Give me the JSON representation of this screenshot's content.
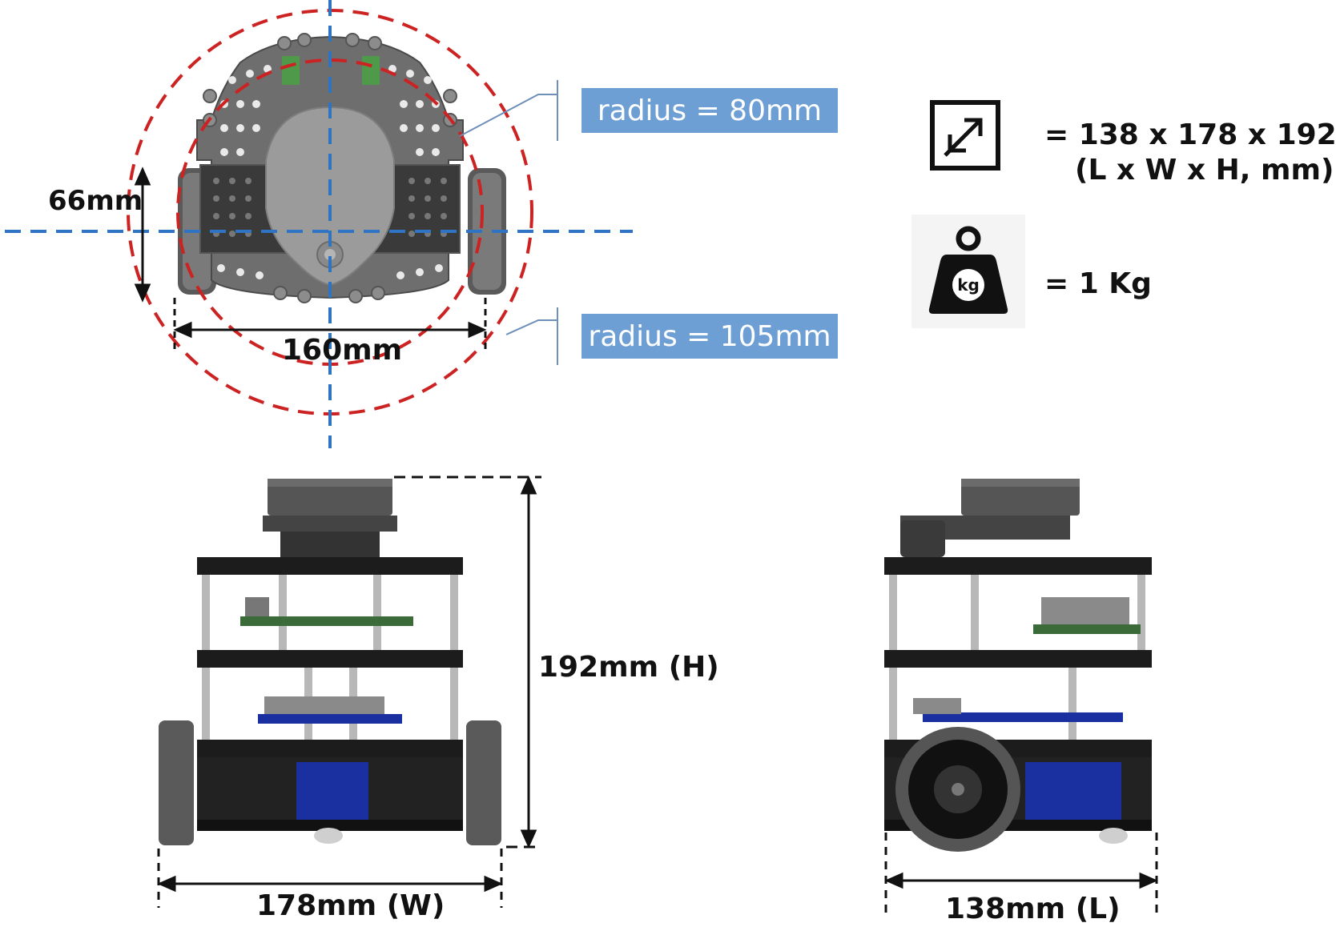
{
  "top_view": {
    "wheel_diameter_label": "66mm",
    "wheel_track_label": "160mm",
    "inner_radius_label": "radius = 80mm",
    "outer_radius_label": "radius = 105mm"
  },
  "specs": {
    "dimensions_line1": "= 138 x 178 x 192",
    "dimensions_line2": "(L x W x H, mm)",
    "weight_line": "= 1 Kg",
    "weight_icon_text": "kg"
  },
  "front_view": {
    "height_label": "192mm (H)",
    "width_label": "178mm (W)"
  },
  "side_view": {
    "length_label": "138mm (L)"
  },
  "colors": {
    "robot_plate": "#6e6e6e",
    "robot_dark": "#2b2b2b",
    "circle_dashed": "#cc2222",
    "axis_dashed": "#2e74c0",
    "label_box": "#6d9fd4",
    "board_green": "#3c6b3a",
    "board_blue": "#1a2fa0"
  }
}
